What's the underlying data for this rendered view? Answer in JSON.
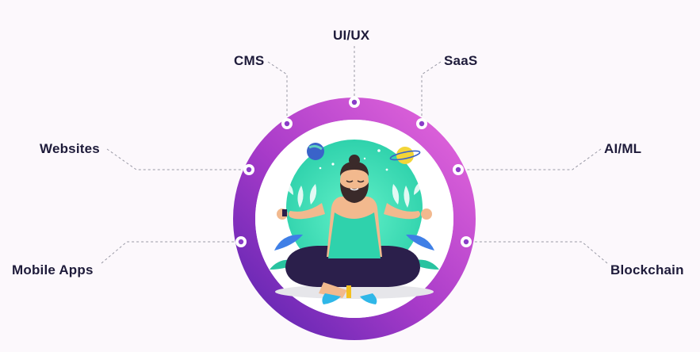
{
  "services": {
    "ui_ux": "UI/UX",
    "cms": "CMS",
    "saas": "SaaS",
    "websites": "Websites",
    "ai_ml": "AI/ML",
    "mobile_apps": "Mobile Apps",
    "blockchain": "Blockchain"
  },
  "colors": {
    "ring_start": "#6b2bb8",
    "ring_end": "#e05ad8",
    "label": "#1e1b3a",
    "connector": "#9a9aa6",
    "circle_bg": "#3fe0b8"
  },
  "illustration": "meditating-man"
}
